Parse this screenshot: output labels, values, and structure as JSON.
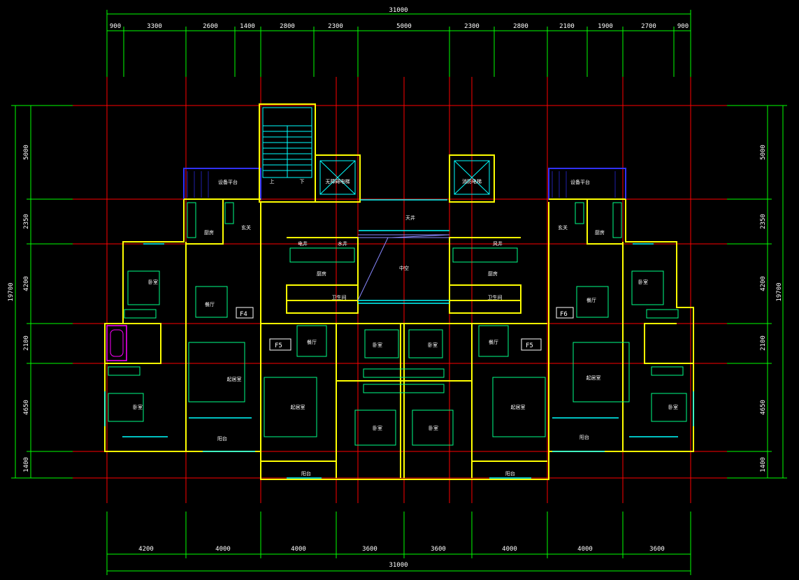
{
  "drawing": {
    "colors": {
      "background": "#000000",
      "dimension": "#00ff00",
      "axis": "#ff0000",
      "wall": "#ffff00",
      "fixture": "#00ff88",
      "window": "#00ffff",
      "railing": "#3030ff",
      "bath": "#ff00ff",
      "text": "#ffffff"
    },
    "dimensions": {
      "top_total": "31000",
      "top_segments": [
        "900",
        "3300",
        "2600",
        "1400",
        "2800",
        "2300",
        "5000",
        "2300",
        "2800",
        "2100",
        "1900",
        "2700",
        "900"
      ],
      "bottom_segments": [
        "4200",
        "4000",
        "4000",
        "3600",
        "3600",
        "4000",
        "4000",
        "3600"
      ],
      "bottom_total": "31000",
      "left_total": "19700",
      "left_segments": [
        "5000",
        "2350",
        "4200",
        "2100",
        "4650",
        "1400"
      ],
      "right_total": "19700",
      "right_segments": [
        "5000",
        "2350",
        "4200",
        "2100",
        "4650",
        "1400"
      ]
    },
    "unit_tags": [
      "F4",
      "F5",
      "F5",
      "F6"
    ],
    "rooms": [
      {
        "label": "上"
      },
      {
        "label": "下"
      },
      {
        "label": "无障碍电梯"
      },
      {
        "label": "消防电梯"
      },
      {
        "label": "设备平台"
      },
      {
        "label": "设备平台"
      },
      {
        "label": "天井"
      },
      {
        "label": "中空"
      },
      {
        "label": "厨房"
      },
      {
        "label": "厨房"
      },
      {
        "label": "厨房"
      },
      {
        "label": "厨房"
      },
      {
        "label": "玄关"
      },
      {
        "label": "玄关"
      },
      {
        "label": "电井"
      },
      {
        "label": "水井"
      },
      {
        "label": "风井"
      },
      {
        "label": "卧室"
      },
      {
        "label": "卧室"
      },
      {
        "label": "卧室"
      },
      {
        "label": "卧室"
      },
      {
        "label": "卧室"
      },
      {
        "label": "卧室"
      },
      {
        "label": "卧室"
      },
      {
        "label": "卧室"
      },
      {
        "label": "餐厅"
      },
      {
        "label": "餐厅"
      },
      {
        "label": "餐厅"
      },
      {
        "label": "餐厅"
      },
      {
        "label": "起居室"
      },
      {
        "label": "起居室"
      },
      {
        "label": "起居室"
      },
      {
        "label": "起居室"
      },
      {
        "label": "卫生间"
      },
      {
        "label": "卫生间"
      },
      {
        "label": "阳台"
      },
      {
        "label": "阳台"
      },
      {
        "label": "阳台"
      },
      {
        "label": "阳台"
      }
    ]
  }
}
